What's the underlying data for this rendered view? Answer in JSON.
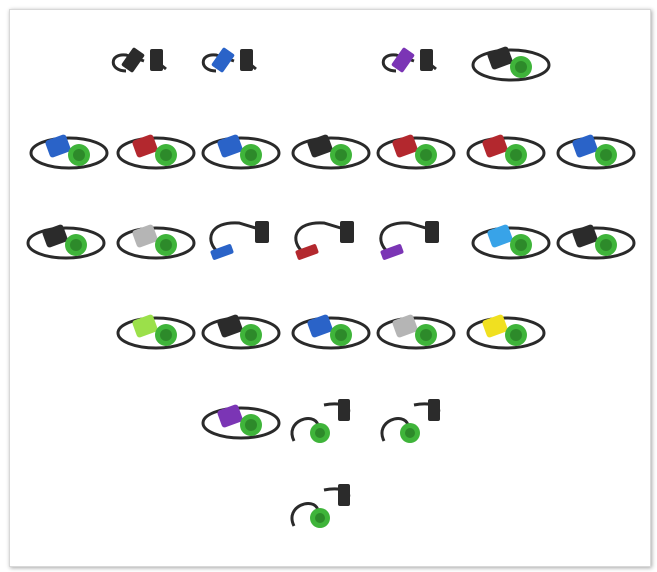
{
  "colors": {
    "cable": "#2a2a2a",
    "green": "#3fb43a",
    "black": "#2b2b2b",
    "blue": "#2a63c8",
    "red": "#b3282e",
    "purple": "#7b35b5",
    "gray": "#b5b5b5",
    "lime": "#9be04a",
    "yellow": "#f0e020",
    "sky": "#38a3e8"
  },
  "cables": [
    {
      "type": "obd-pair",
      "color": "black"
    },
    {
      "type": "obd-pair",
      "color": "blue"
    },
    {
      "type": "obd-pair",
      "color": "purple"
    },
    {
      "type": "loop-green",
      "color": "black"
    },
    {
      "type": "loop-green",
      "color": "blue"
    },
    {
      "type": "loop-green",
      "color": "red"
    },
    {
      "type": "loop-green",
      "color": "blue"
    },
    {
      "type": "loop-green",
      "color": "black"
    },
    {
      "type": "loop-green",
      "color": "red"
    },
    {
      "type": "loop-green",
      "color": "red"
    },
    {
      "type": "loop-green",
      "color": "blue"
    },
    {
      "type": "loop-green",
      "color": "black"
    },
    {
      "type": "loop-green",
      "color": "gray"
    },
    {
      "type": "dsub",
      "color": "blue"
    },
    {
      "type": "dsub",
      "color": "red"
    },
    {
      "type": "dsub",
      "color": "purple"
    },
    {
      "type": "loop-green",
      "color": "sky"
    },
    {
      "type": "loop-green",
      "color": "black"
    },
    {
      "type": "loop-green",
      "color": "lime"
    },
    {
      "type": "loop-green",
      "color": "black"
    },
    {
      "type": "loop-green",
      "color": "blue"
    },
    {
      "type": "loop-green",
      "color": "gray"
    },
    {
      "type": "loop-green",
      "color": "yellow"
    },
    {
      "type": "loop-green",
      "color": "purple"
    },
    {
      "type": "green-obd",
      "color": "black"
    },
    {
      "type": "green-obd",
      "color": "black"
    },
    {
      "type": "green-obd",
      "color": "black"
    }
  ]
}
